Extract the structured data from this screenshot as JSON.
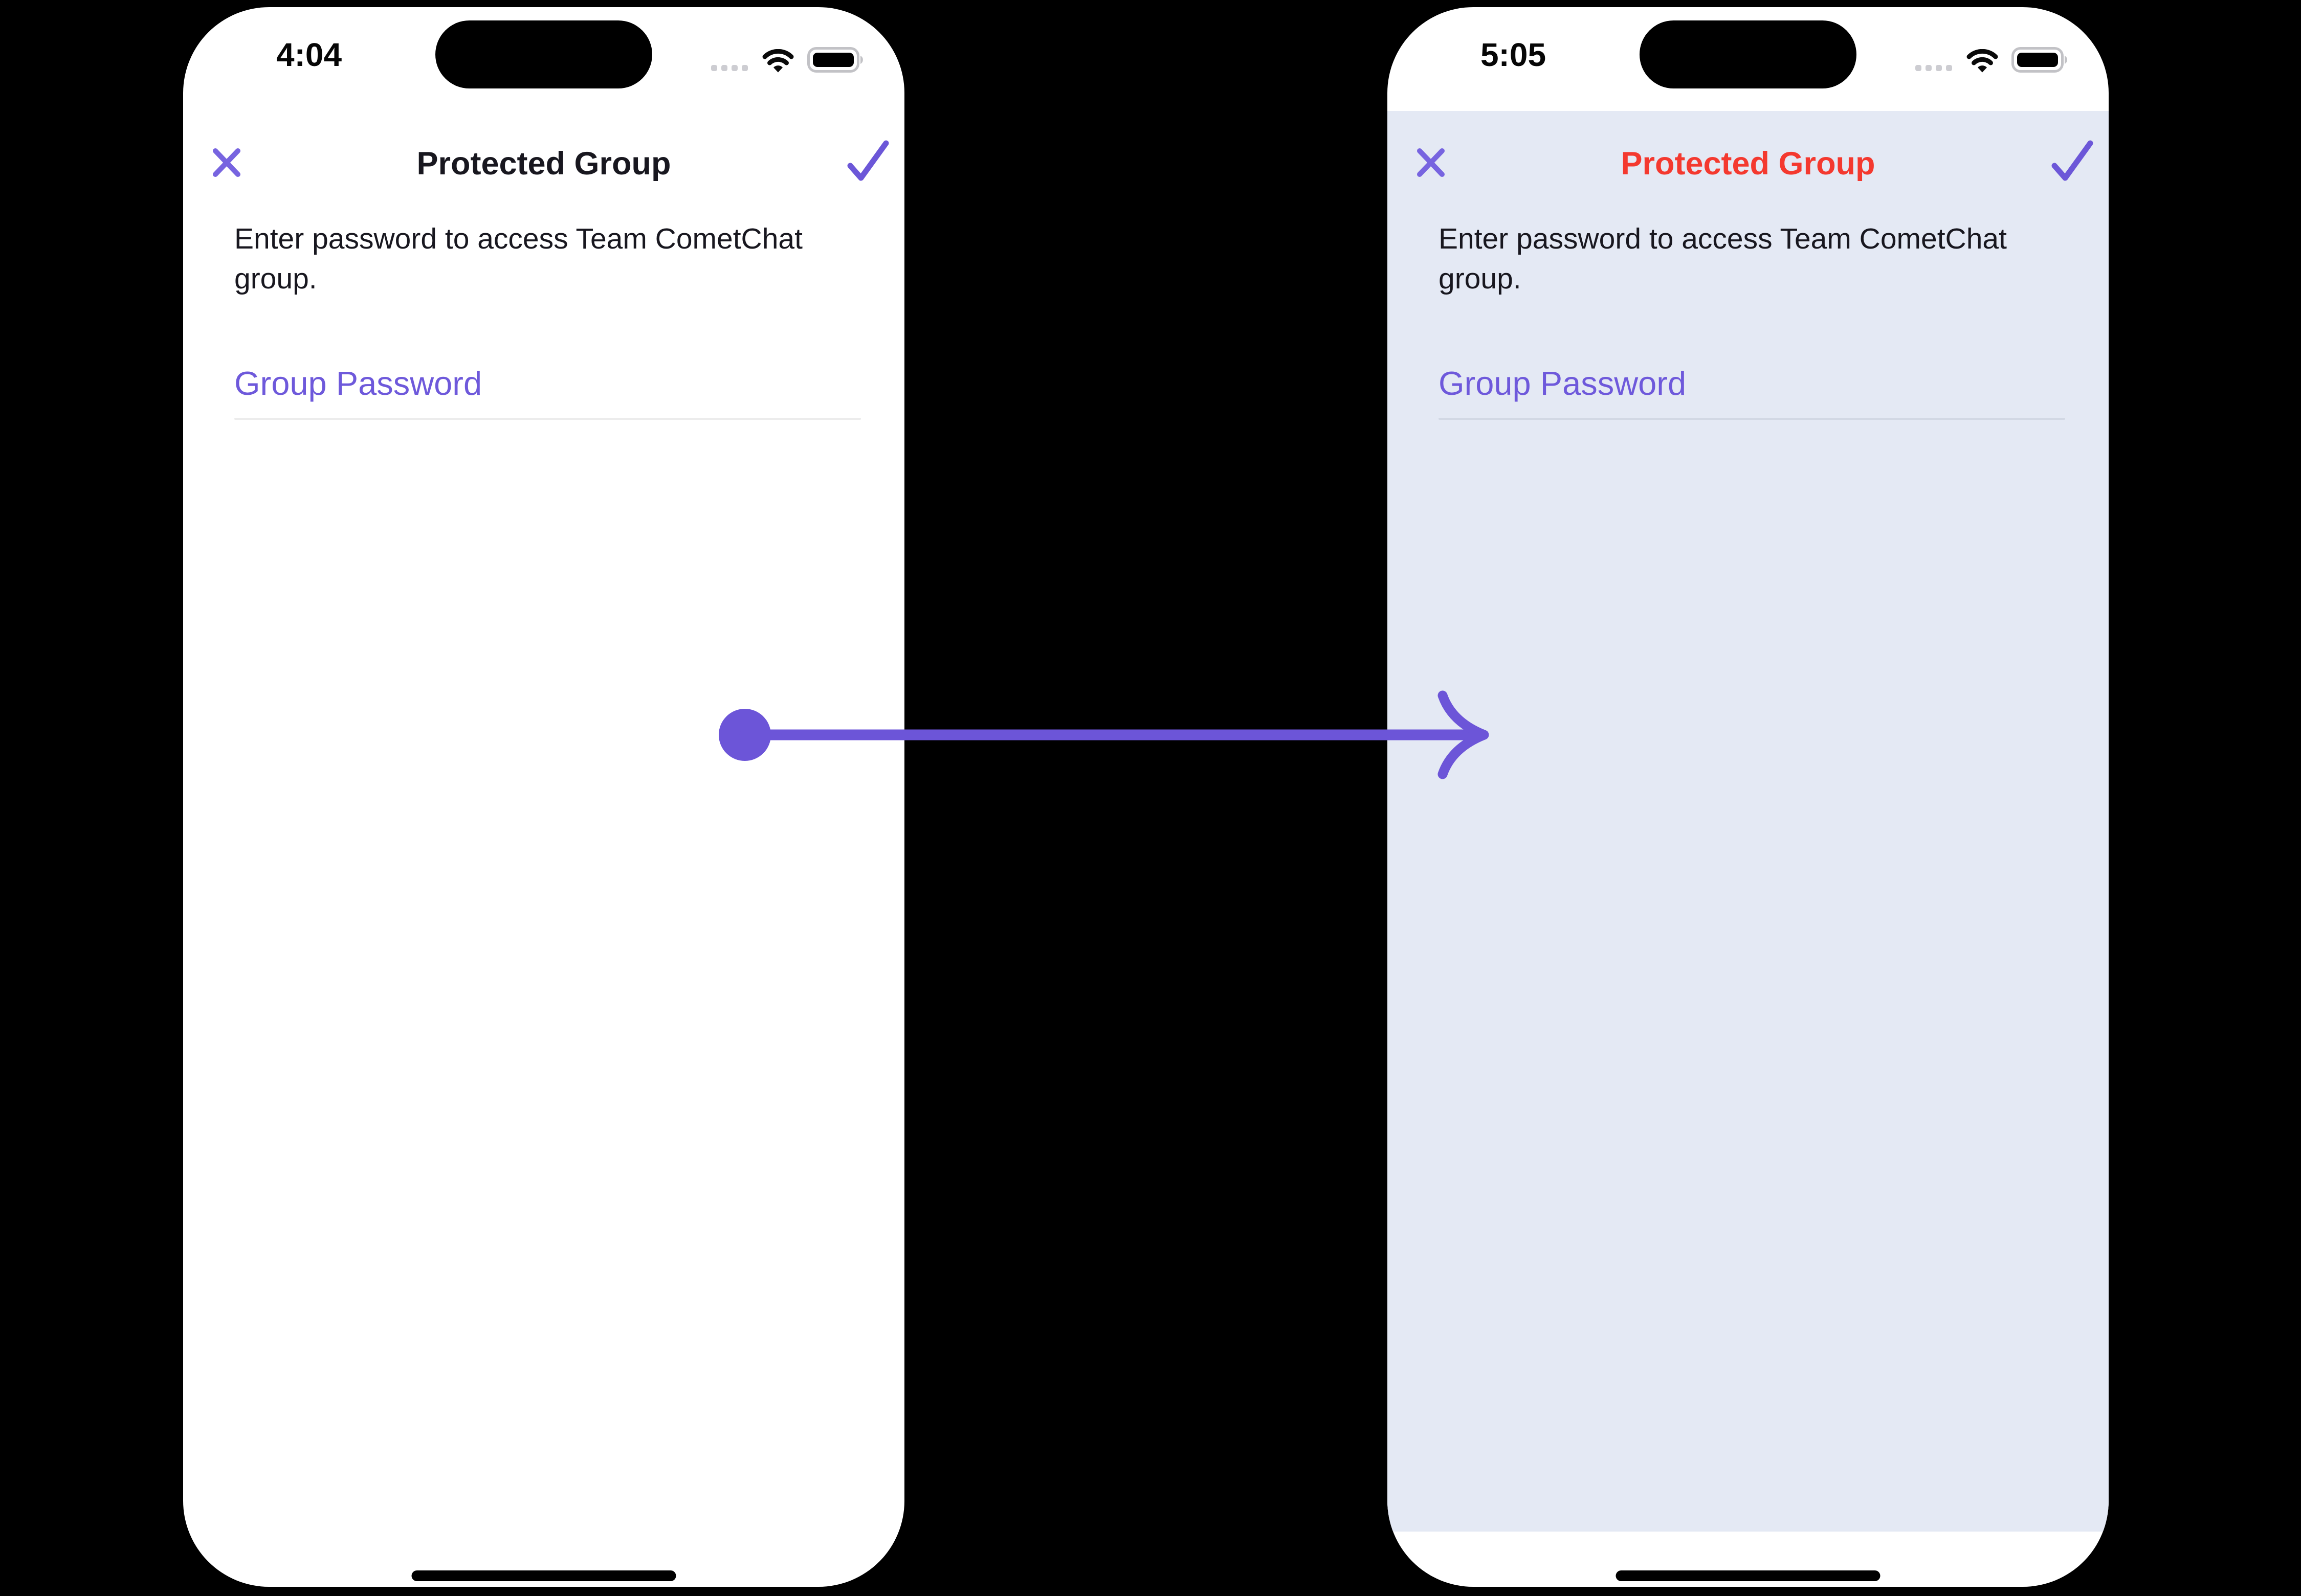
{
  "colors": {
    "canvas_bg": "#000000",
    "phone_bg": "#FFFFFF",
    "island_bg": "#000000",
    "accent": "#6E59DB",
    "danger": "#F4392F",
    "screen_bg": "#E4E9F4",
    "text_primary": "#18171F",
    "status_text": "#060606",
    "divider_on_white": "#ECECEC",
    "divider_on_tinted": "#D2D8E4",
    "signal_muted": "#CDCDD2",
    "battery_outline": "#C2C2C6",
    "wifi_color": "#0A0A0A"
  },
  "phones": [
    {
      "variant": "default-theme",
      "status_time": "4:04",
      "title": "Protected Group",
      "description": "Enter password to access Team CometChat group.",
      "password_label": "Group Password"
    },
    {
      "variant": "custom-theme",
      "status_time": "5:05",
      "title": "Protected Group",
      "description": "Enter password to access Team CometChat group.",
      "password_label": "Group Password"
    }
  ],
  "icons": {
    "close": "✕",
    "confirm": "✓",
    "arrow": "→",
    "signal": "signal-dots",
    "wifi": "wifi",
    "battery": "battery-full"
  }
}
